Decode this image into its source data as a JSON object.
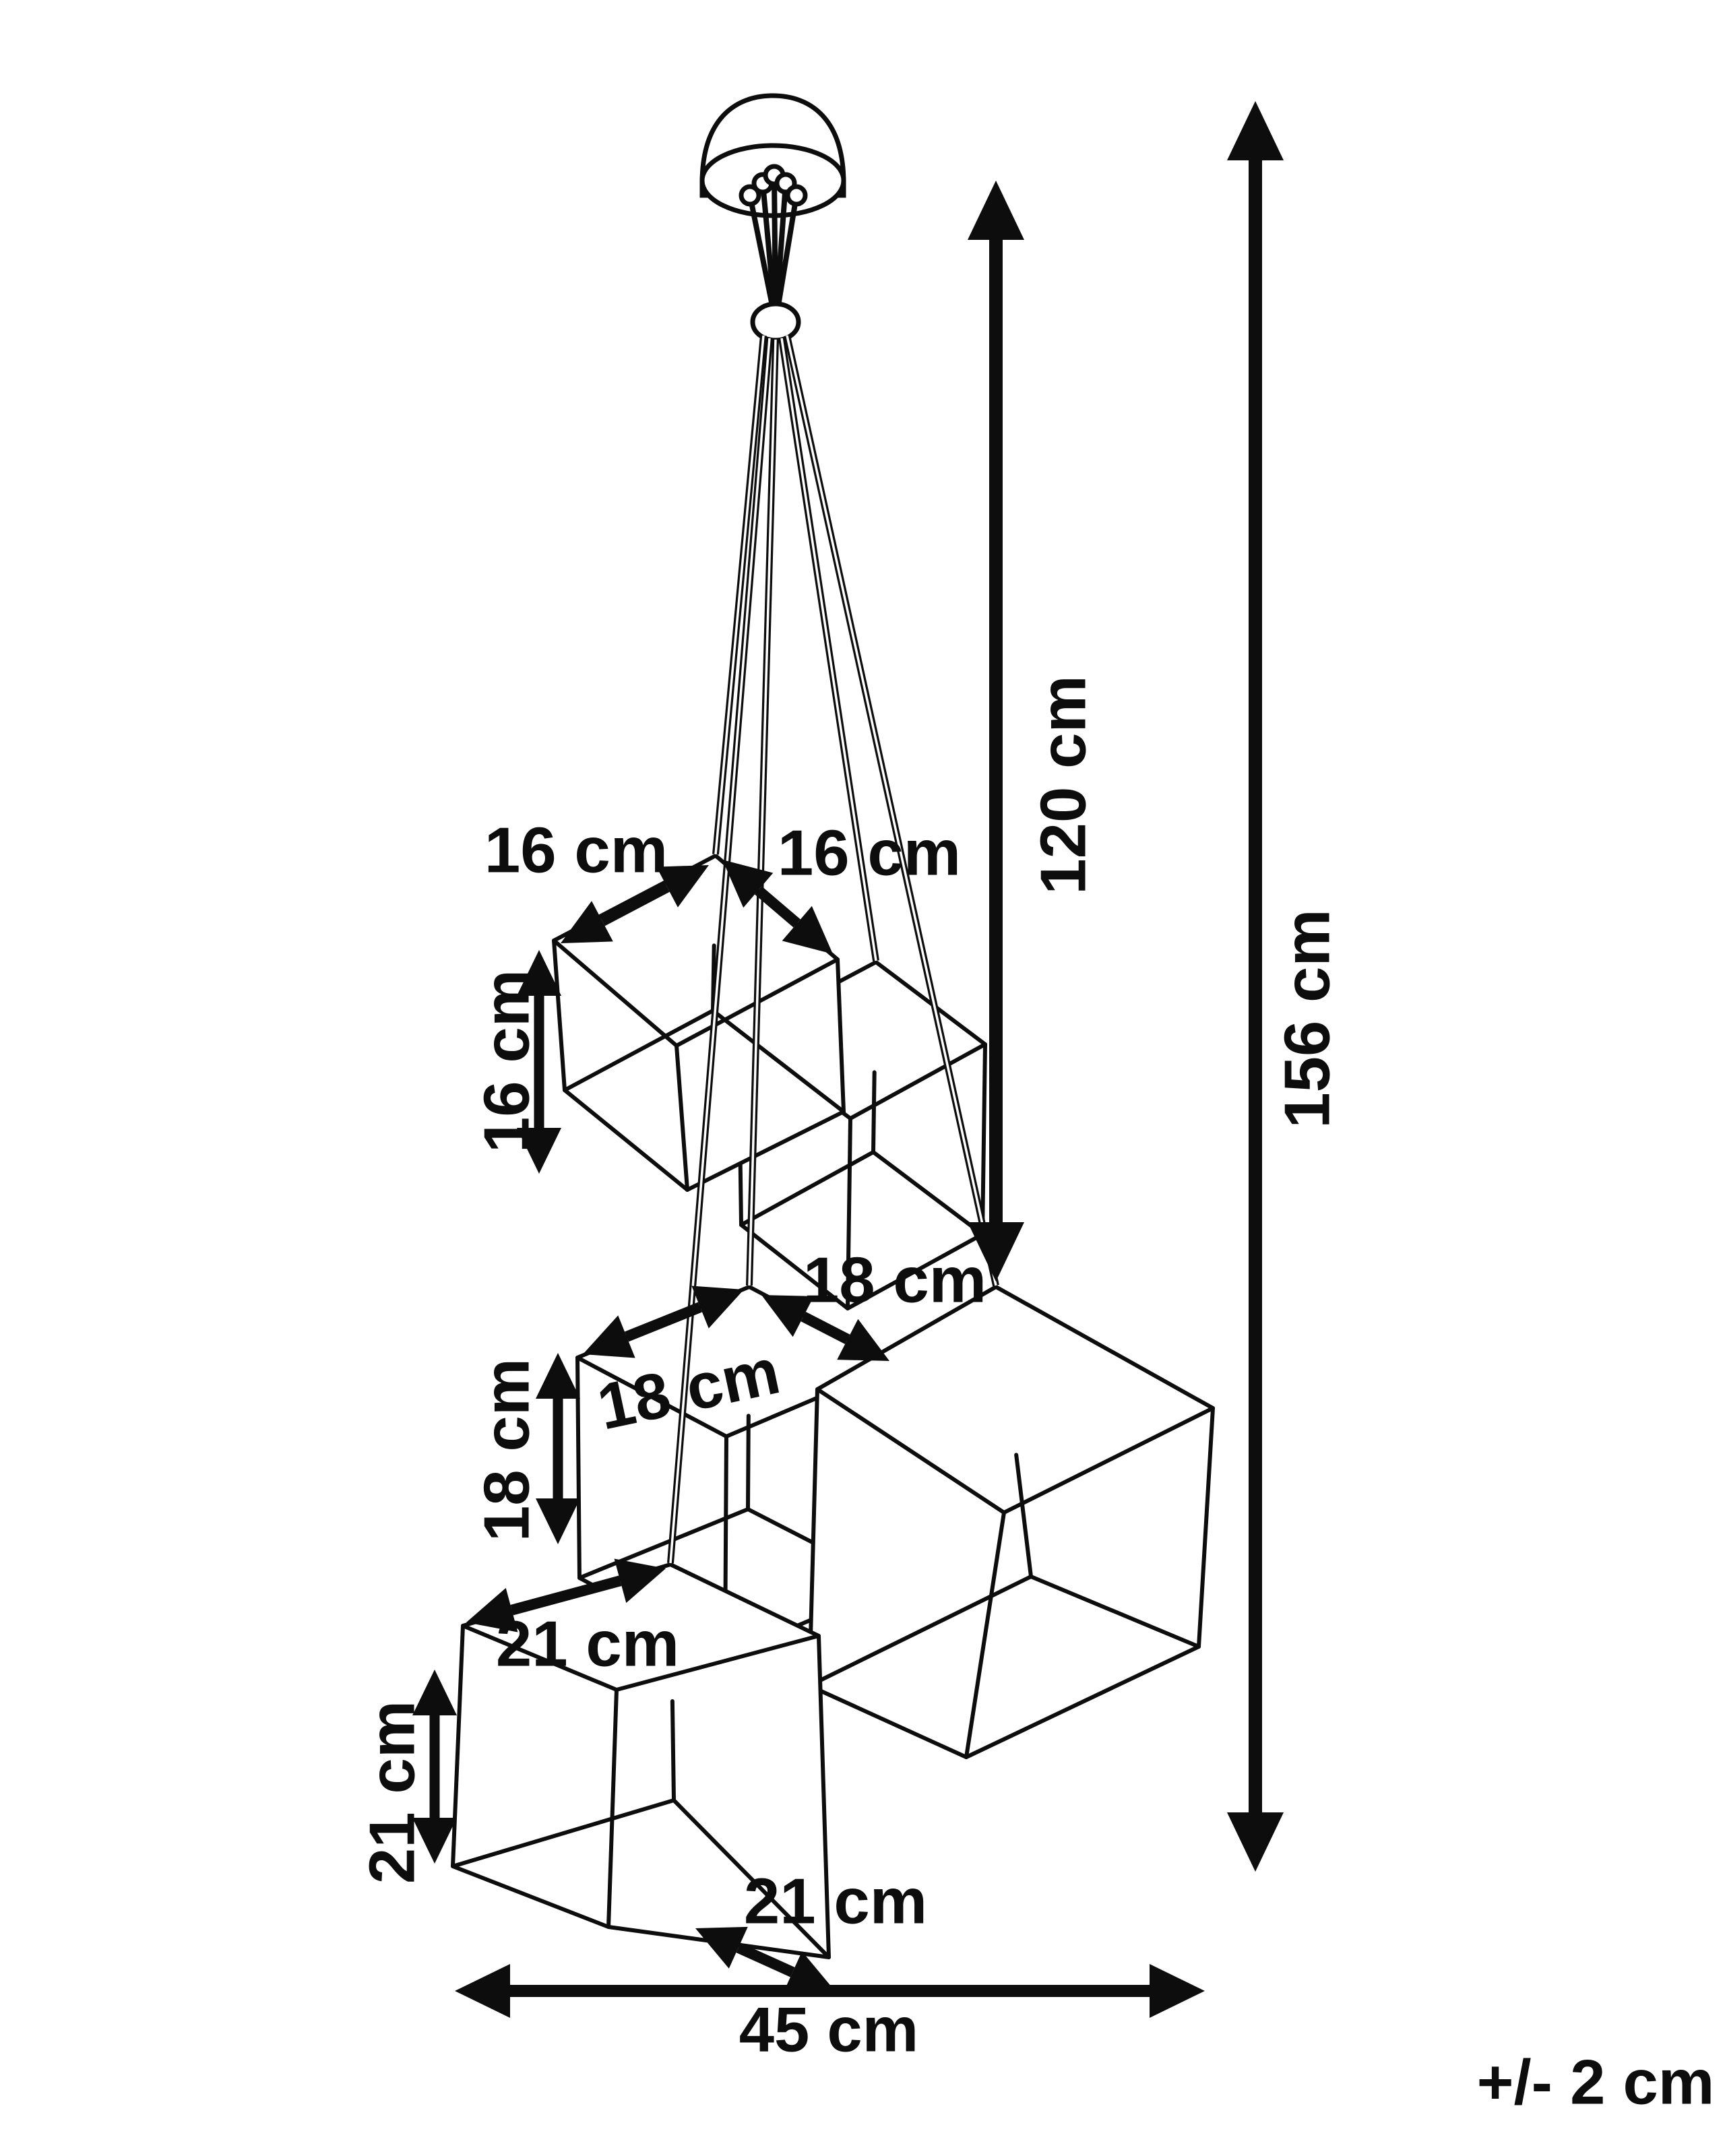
{
  "diagram": {
    "type": "product-dimension-drawing",
    "subject": "five-light cluster pendant lamp with cube shades",
    "background_color": "#ffffff",
    "line_color": "#0d0d0d",
    "shade_sizes_cm": [
      16,
      18,
      21
    ],
    "cable_drop": "120 cm",
    "total_height": "156 cm",
    "cluster_width": "45 cm",
    "tolerance": "+/- 2 cm"
  },
  "labels": [
    {
      "id": "cube16-width",
      "text": "16 cm"
    },
    {
      "id": "cube16-depth",
      "text": "16 cm"
    },
    {
      "id": "cube16-height",
      "text": "16 cm"
    },
    {
      "id": "drop-length",
      "text": "120 cm"
    },
    {
      "id": "total-height",
      "text": "156 cm"
    },
    {
      "id": "cube18-depth",
      "text": "18 cm"
    },
    {
      "id": "cube18-width",
      "text": "18 cm"
    },
    {
      "id": "cube18-height",
      "text": "18 cm"
    },
    {
      "id": "cube21-width",
      "text": "21 cm"
    },
    {
      "id": "cube21-height",
      "text": "21 cm"
    },
    {
      "id": "cube21-depth",
      "text": "21 cm"
    },
    {
      "id": "overall-width",
      "text": "45 cm"
    },
    {
      "id": "tolerance",
      "text": "+/- 2 cm"
    }
  ]
}
